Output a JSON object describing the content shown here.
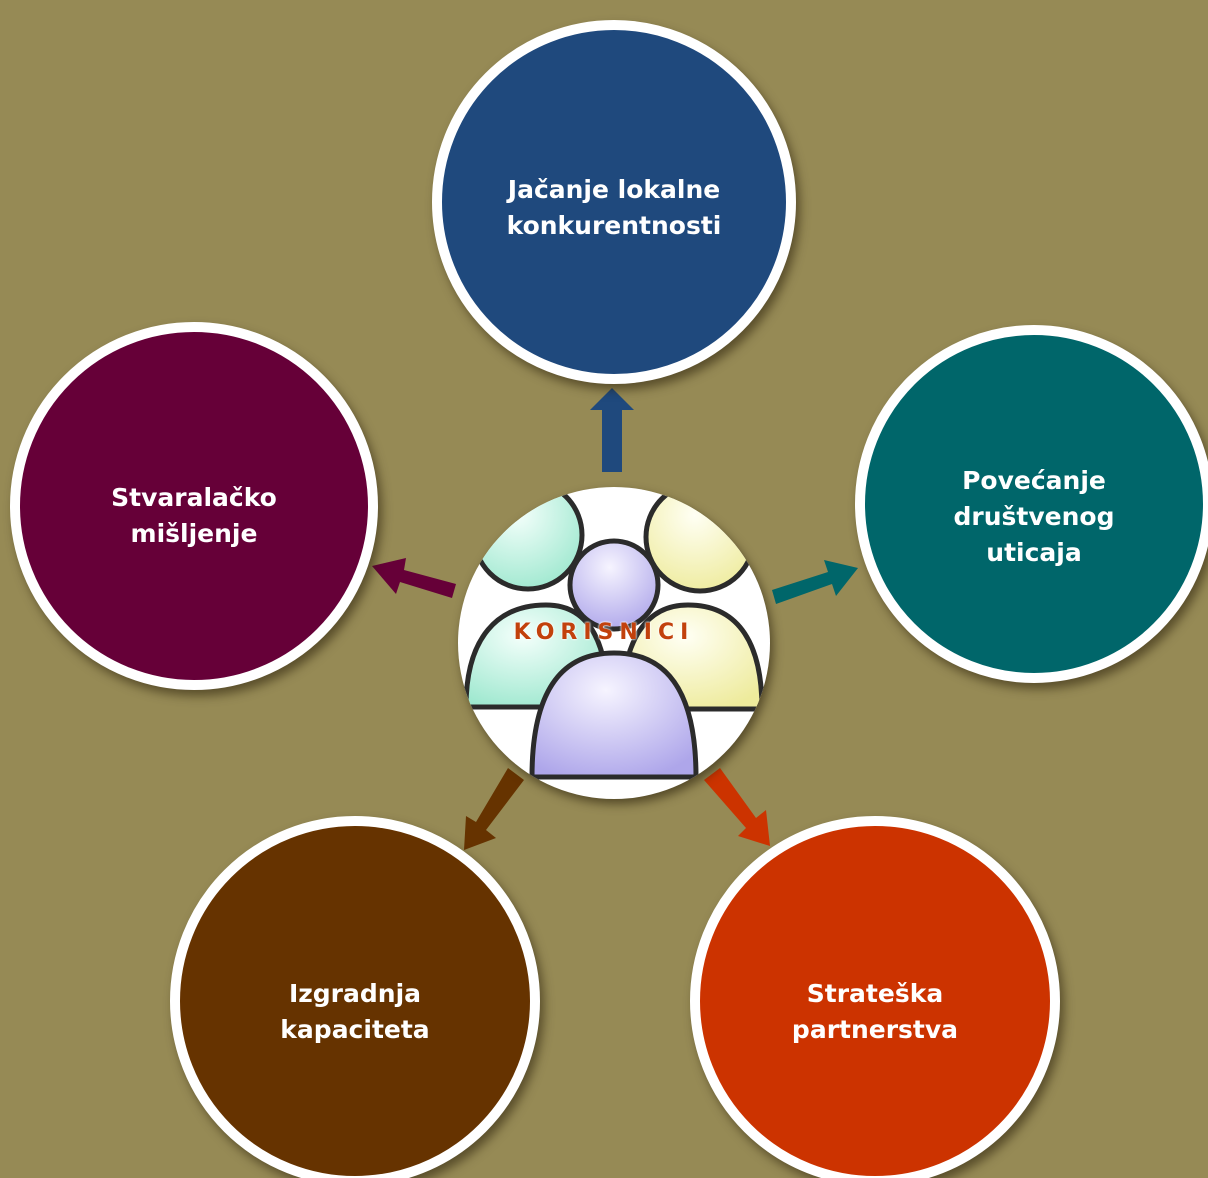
{
  "center": {
    "label": "KORISNICI",
    "icon": "people-group-icon"
  },
  "nodes": {
    "top": {
      "label": "Jačanje lokalne\nkonkurentnosti",
      "color": "#1f497d"
    },
    "right": {
      "label": "Povećanje\ndruštvenog\nuticaja",
      "color": "#00666a"
    },
    "left": {
      "label": "Stvaralačko\nmišljenje",
      "color": "#660038"
    },
    "bottom_left": {
      "label": "Izgradnja\nkapaciteta",
      "color": "#663300"
    },
    "bottom_right": {
      "label": "Strateška\npartnerstva",
      "color": "#cc3300"
    }
  },
  "colors": {
    "background": "#968a55"
  }
}
